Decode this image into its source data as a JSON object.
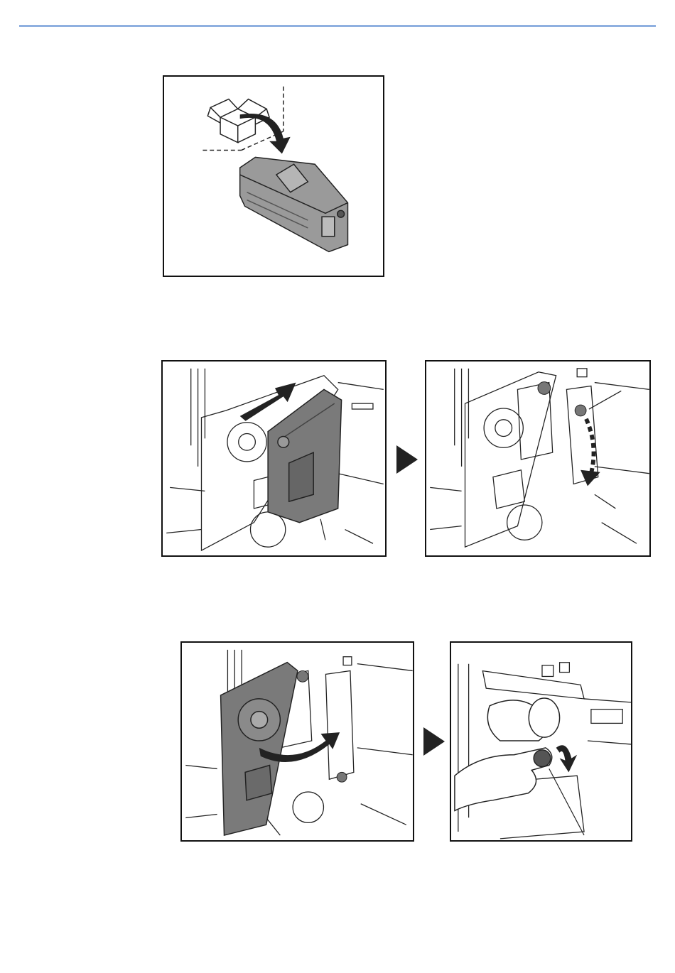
{
  "page": {
    "header_rule_color": "#8fb0e0"
  },
  "figures": [
    {
      "id": "unpack-waste-box",
      "icon": "package-box-icon"
    },
    {
      "id": "insert-waste-box",
      "icon": "arrow-icon"
    },
    {
      "id": "lower-lever",
      "icon": "dashed-arrow-icon"
    },
    {
      "id": "close-panel",
      "icon": "curved-arrow-icon"
    },
    {
      "id": "turn-knob",
      "icon": "rotate-arrow-icon"
    }
  ],
  "step_arrows": [
    {
      "icon": "play-triangle-icon"
    },
    {
      "icon": "play-triangle-icon"
    }
  ],
  "colors": {
    "line": "#222222",
    "part_fill": "#9a9a9a",
    "dark_part": "#7a7a7a"
  }
}
